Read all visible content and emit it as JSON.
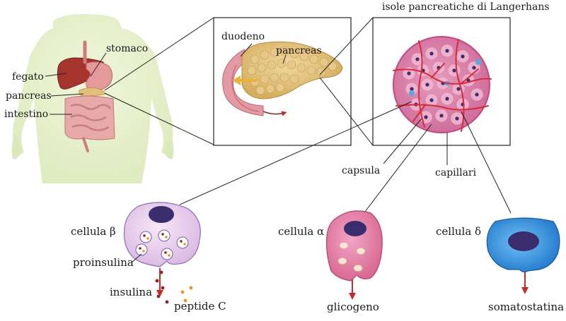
{
  "labels": {
    "stomaco": "stomaco",
    "fegato": "fegato",
    "pancreas_body": "pancreas",
    "intestino": "intestino",
    "duodeno": "duodeno",
    "pancreas_zoom": "pancreas",
    "islets_title": "isole pancreatiche di Langerhans",
    "capsula": "capsula",
    "capillari": "capillari",
    "cell_beta": "cellula β",
    "proinsulina": "proinsulina",
    "insulina": "insulina",
    "peptide_c": "peptide C",
    "cell_alpha": "cellula α",
    "glicogeno": "glicogeno",
    "cell_delta": "cellula δ",
    "somatostatina": "somatostatina"
  },
  "colors": {
    "body_silhouette": "#e4efc9",
    "liver": "#a4342d",
    "pancreas": "#e0c07a",
    "intestine": "#e6a3a3",
    "islet": "#e48ab0",
    "capillary": "#d62b3c",
    "beta_cell": "#f2d6ee",
    "alpha_cell": "#e47fa8",
    "delta_cell": "#3f8fdc",
    "nucleus": "#3a2d6e",
    "arrow": "#c62b2b"
  }
}
